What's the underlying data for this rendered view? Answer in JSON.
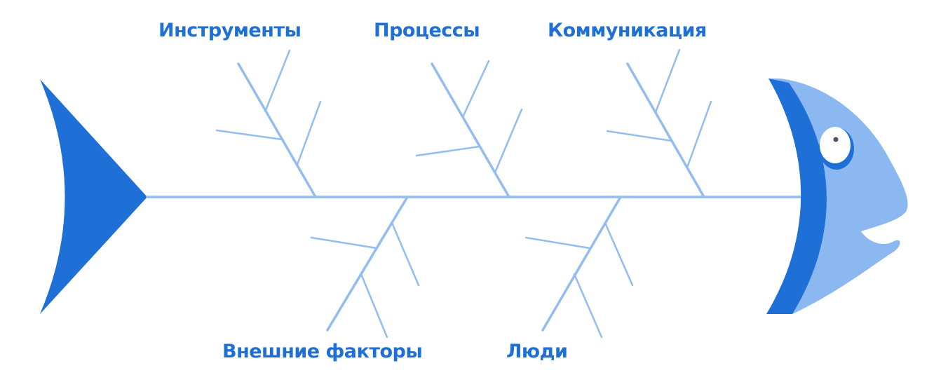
{
  "diagram": {
    "type": "fishbone",
    "categories": {
      "tools": "Инструменты",
      "processes": "Процессы",
      "communication": "Коммуникация",
      "external": "Внешние факторы",
      "people": "Люди"
    }
  },
  "colors": {
    "bone": "#93bcef",
    "tail": "#1e6fd6",
    "head_light": "#8bb8f0",
    "head_dark": "#1e6fd6",
    "label": "#1e6fd6",
    "eye_white": "#ffffff",
    "eye_pupil": "#4a5568"
  }
}
